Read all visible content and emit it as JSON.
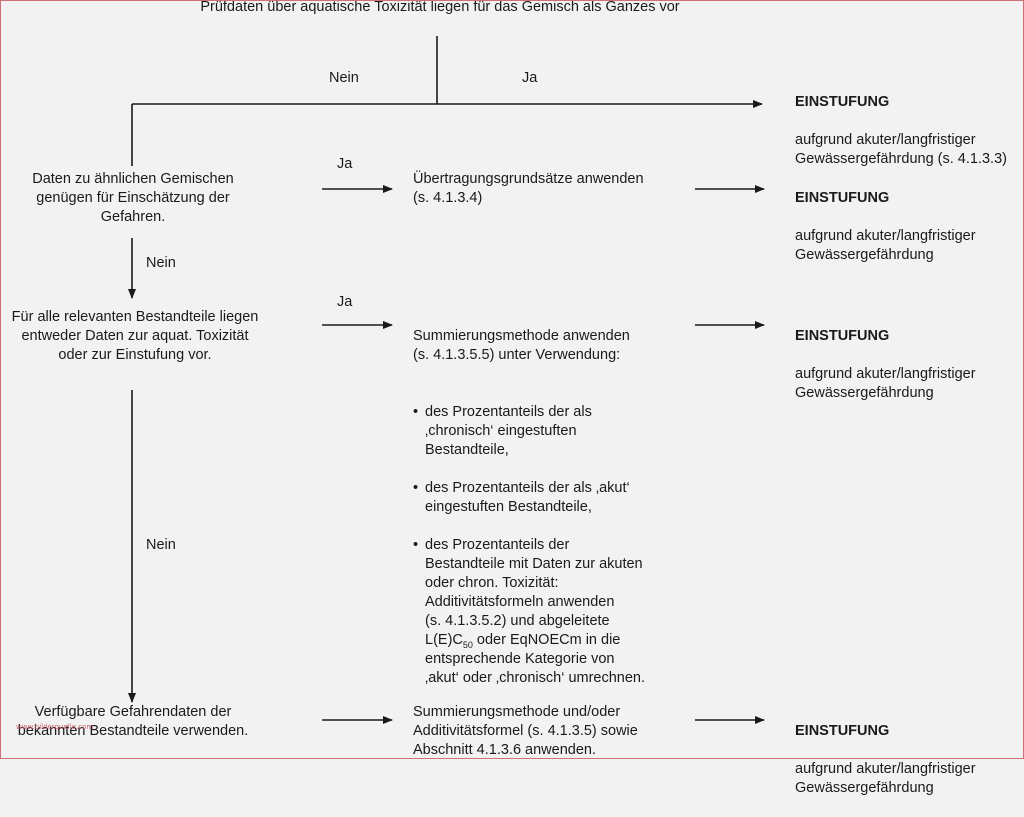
{
  "top_text": "Prüfdaten über aquatische Toxizität liegen für das Gemisch als Ganzes vor",
  "labels": {
    "nein_top": "Nein",
    "ja_top": "Ja",
    "ja_row1": "Ja",
    "nein_row1": "Nein",
    "ja_row2": "Ja",
    "nein_row2": "Nein"
  },
  "left": {
    "row1": "Daten zu ähnlichen Gemischen\ngenügen für Einschätzung der\nGefahren.",
    "row2": "Für alle relevanten Bestandteile liegen\nentweder Daten zur aquat. Toxizität\noder zur Einstufung vor.",
    "row3": "Verfügbare Gefahrendaten der\nbekannten Bestandteile verwenden."
  },
  "middle": {
    "row1": "Übertragungsgrundsätze anwenden\n(s. 4.1.3.4)",
    "row2_intro": "Summierungsmethode anwenden\n(s. 4.1.3.5.5) unter Verwendung:",
    "row2_bullet1": "des Prozentanteils der als\n‚chronisch‘ eingestuften\nBestandteile,",
    "row2_bullet2": "des Prozentanteils der als ‚akut‘\neingestuften Bestandteile,",
    "row2_bullet3_a": "des Prozentanteils der\nBestandteile mit Daten zur akuten\noder chron. Toxizität:\nAdditivitätsformeln anwenden\n(s. 4.1.3.5.2) und abgeleitete\nL(E)C",
    "row2_bullet3_sub": "50",
    "row2_bullet3_b": " oder EqNOECm in die\nentsprechende Kategorie von\n‚akut‘ oder ‚chronisch‘ umrechnen.",
    "row3": "Summierungsmethode und/oder\nAdditivitätsformel (s. 4.1.3.5) sowie\nAbschnitt 4.1.3.6 anwenden."
  },
  "right": {
    "heading": "EINSTUFUNG",
    "top_text": "aufgrund akuter/langfristiger\nGewässergefährdung (s. 4.1.3.3)",
    "row1_text": "aufgrund akuter/langfristiger\nGewässergefährdung",
    "row2_text": "aufgrund akuter/langfristiger\nGewässergefährdung",
    "row3_text": "aufgrund akuter/langfristiger\nGewässergefährdung"
  },
  "watermark": "www.bilderquelle.com"
}
